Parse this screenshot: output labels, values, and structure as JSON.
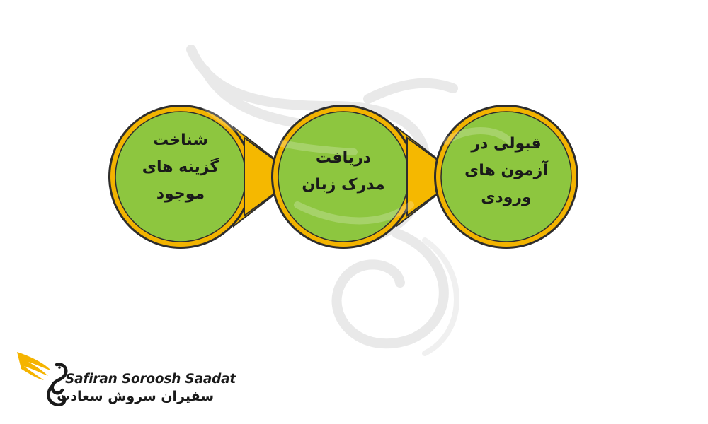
{
  "diagram": {
    "steps": [
      {
        "label": "شناخت\nگزینه های\nموجود"
      },
      {
        "label": "دریافت\nمدرک زبان"
      },
      {
        "label": "قبولی در\nآزمون های\nورودی"
      }
    ]
  },
  "branding": {
    "english_name": "Safiran Soroosh Saadat",
    "persian_name": "سفیران سروش سعادت"
  },
  "colors": {
    "circle_fill": "#8dc63f",
    "circle_ring": "#f2b300",
    "ring_outer": "#2d2d2d",
    "arrow": "#f5b800",
    "logo_accent": "#f5b400"
  }
}
